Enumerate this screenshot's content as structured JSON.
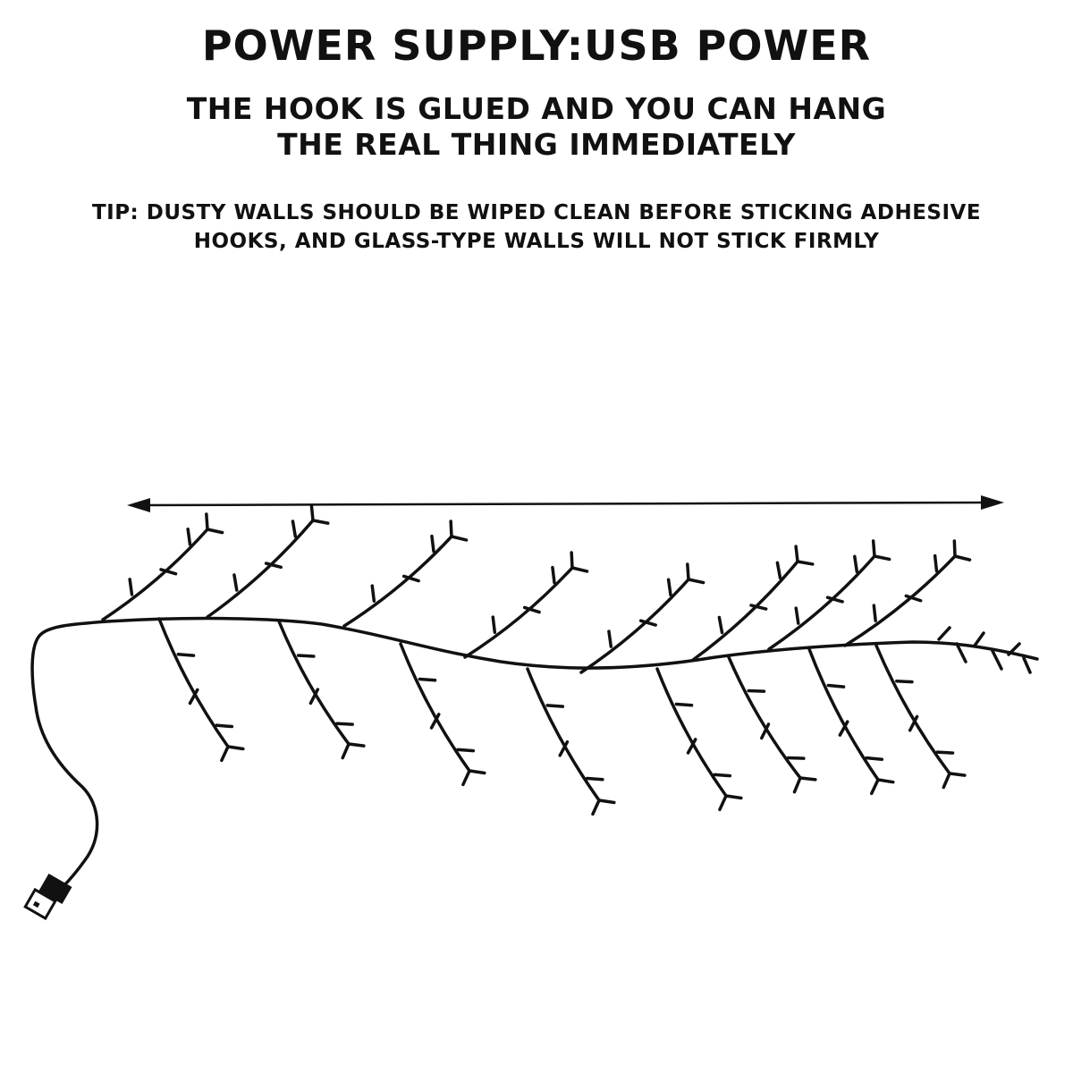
{
  "header": {
    "title": "POWER SUPPLY:USB POWER",
    "subtitle_lines": [
      "THE HOOK IS GLUED AND YOU CAN HANG",
      "THE REAL THING IMMEDIATELY"
    ],
    "tip_lines": [
      "TIP: DUSTY WALLS SHOULD BE WIPED CLEAN BEFORE STICKING ADHESIVE",
      "HOOKS, AND GLASS-TYPE WALLS WILL NOT STICK FIRMLY"
    ]
  },
  "colors": {
    "ink": "#111111",
    "background": "#ffffff"
  },
  "icons": [
    "length-arrow-icon",
    "usb-plug-icon",
    "branch-vine-icon"
  ]
}
